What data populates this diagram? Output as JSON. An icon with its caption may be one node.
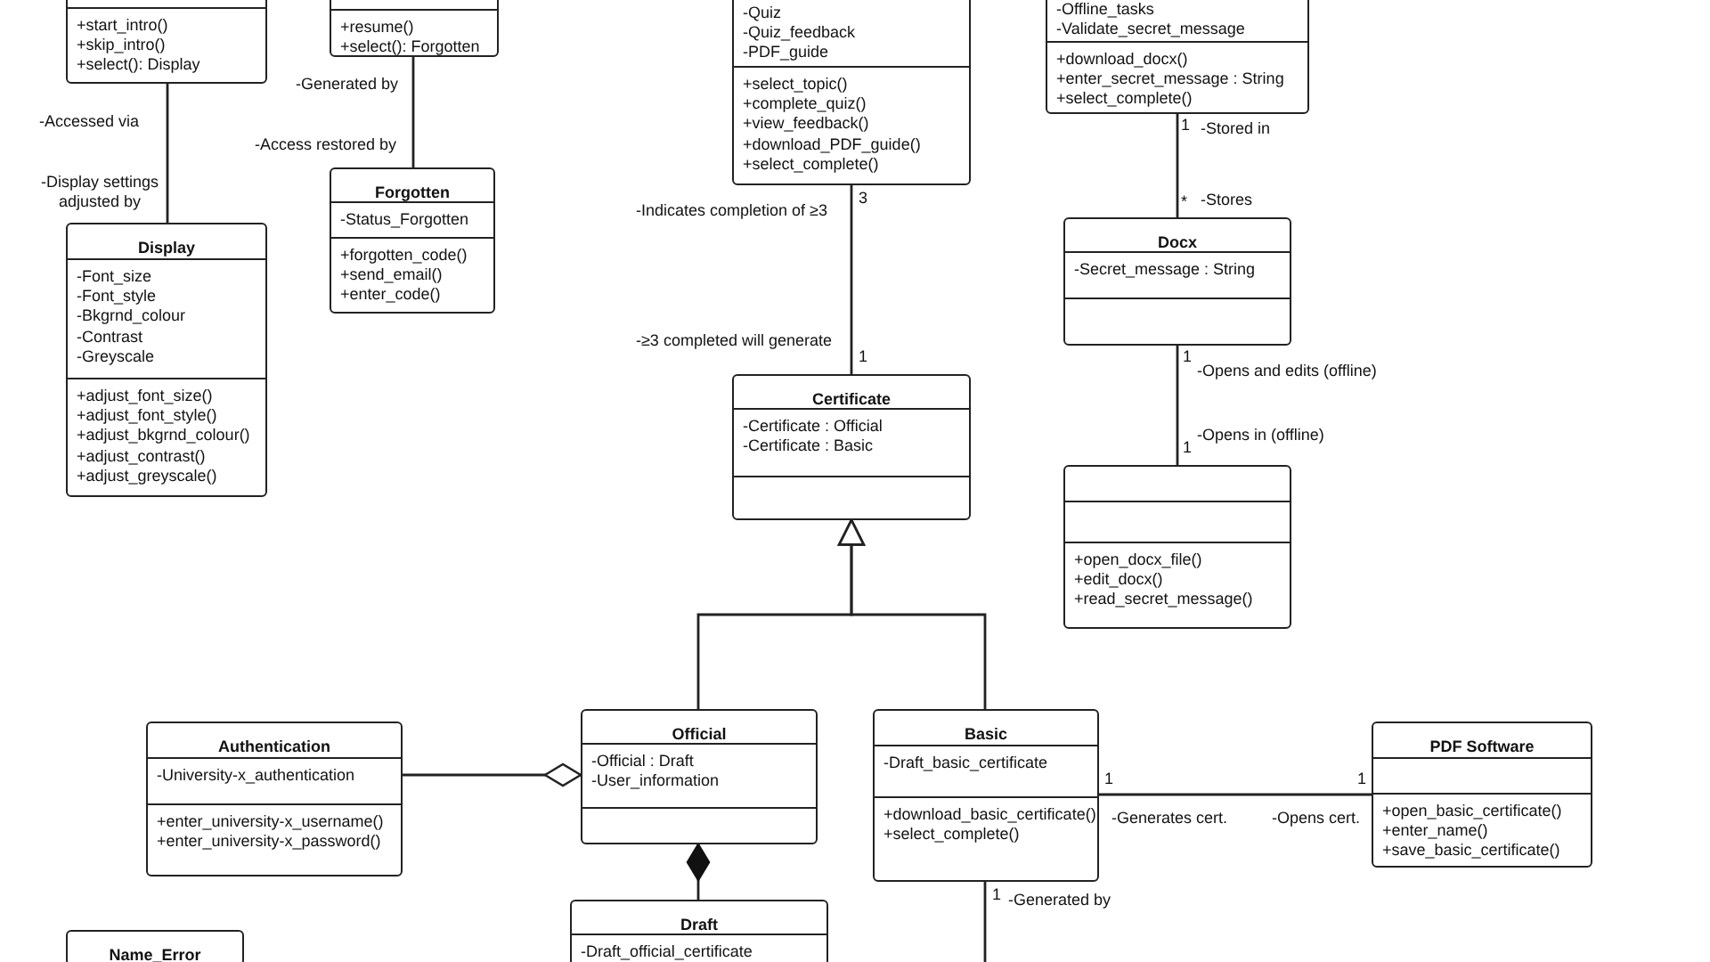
{
  "diagram": {
    "nodes": [
      {
        "text": [
          "+start_intro()",
          "+skip_intro()",
          "+select(): Display"
        ]
      },
      {
        "text": [
          "+resume()",
          "+select(): Forgotten"
        ]
      },
      {
        "text": [
          "-Quiz",
          "-Quiz_feedback",
          "-PDF_guide",
          "+select_topic()",
          "+complete_quiz()",
          "+view_feedback()",
          "+download_PDF_guide()",
          "+select_complete()"
        ]
      },
      {
        "text": [
          "-Offline_tasks",
          "-Validate_secret_message",
          "+download_docx()",
          "+enter_secret_message : String",
          "+select_complete()"
        ]
      },
      {
        "text": [
          "Display",
          "-Font_size",
          "-Font_style",
          "-Bkgrnd_colour",
          "-Contrast",
          "-Greyscale",
          "+adjust_font_size()",
          "+adjust_font_style()",
          "+adjust_bkgrnd_colour()",
          "+adjust_contrast()",
          "+adjust_greyscale()"
        ]
      },
      {
        "text": [
          "Forgotten",
          "-Status_Forgotten",
          "+forgotten_code()",
          "+send_email()",
          "+enter_code()"
        ]
      },
      {
        "text": [
          "Certificate",
          "-Certificate : Official",
          "-Certificate : Basic"
        ]
      },
      {
        "text": [
          "Docx",
          "-Secret_message : String"
        ]
      },
      {
        "text": [
          "+open_docx_file()",
          "+edit_docx()",
          "+read_secret_message()"
        ]
      },
      {
        "text": [
          "Authentication",
          "-University-x_authentication",
          "+enter_university-x_username()",
          "+enter_university-x_password()"
        ]
      },
      {
        "text": [
          "Official",
          "-Official : Draft",
          "-User_information"
        ]
      },
      {
        "text": [
          "Basic",
          "-Draft_basic_certificate",
          "+download_basic_certificate()",
          "+select_complete()"
        ]
      },
      {
        "text": [
          "PDF Software",
          "+open_basic_certificate()",
          "+enter_name()",
          "+save_basic_certificate()"
        ]
      },
      {
        "text": [
          "Draft",
          "-Draft_official_certificate"
        ]
      },
      {
        "text": [
          "Name_Error"
        ]
      }
    ],
    "edges": [
      {
        "from": 0,
        "to": 4,
        "arrow": "none"
      },
      {
        "from": 1,
        "to": 5,
        "arrow": "none"
      },
      {
        "from": 2,
        "to": 6,
        "arrow": "none"
      },
      {
        "from": 3,
        "to": 7,
        "arrow": "none"
      },
      {
        "from": 7,
        "to": 8,
        "arrow": "none"
      },
      {
        "from": 10,
        "to": 6,
        "arrow": "to"
      },
      {
        "from": 11,
        "to": 6,
        "arrow": "to"
      },
      {
        "from": 9,
        "to": 10,
        "arrow": "other"
      },
      {
        "from": 13,
        "to": 10,
        "arrow": "other"
      },
      {
        "from": 11,
        "to": 12,
        "arrow": "none"
      },
      {
        "from": 11,
        "to": null,
        "arrow": "none"
      }
    ],
    "labels": [
      "-Accessed via",
      "-Display settings adjusted by",
      "-Generated by",
      "-Access restored by",
      "-Indicates completion of ≥3",
      "3",
      "-≥3 completed will generate",
      "1",
      "1",
      "-Stored in",
      "*",
      "-Stores",
      "1",
      "-Opens and edits (offline)",
      "-Opens in (offline)",
      "1",
      "1",
      "1",
      "-Generates cert.",
      "-Opens cert.",
      "1",
      "-Generated by"
    ]
  }
}
